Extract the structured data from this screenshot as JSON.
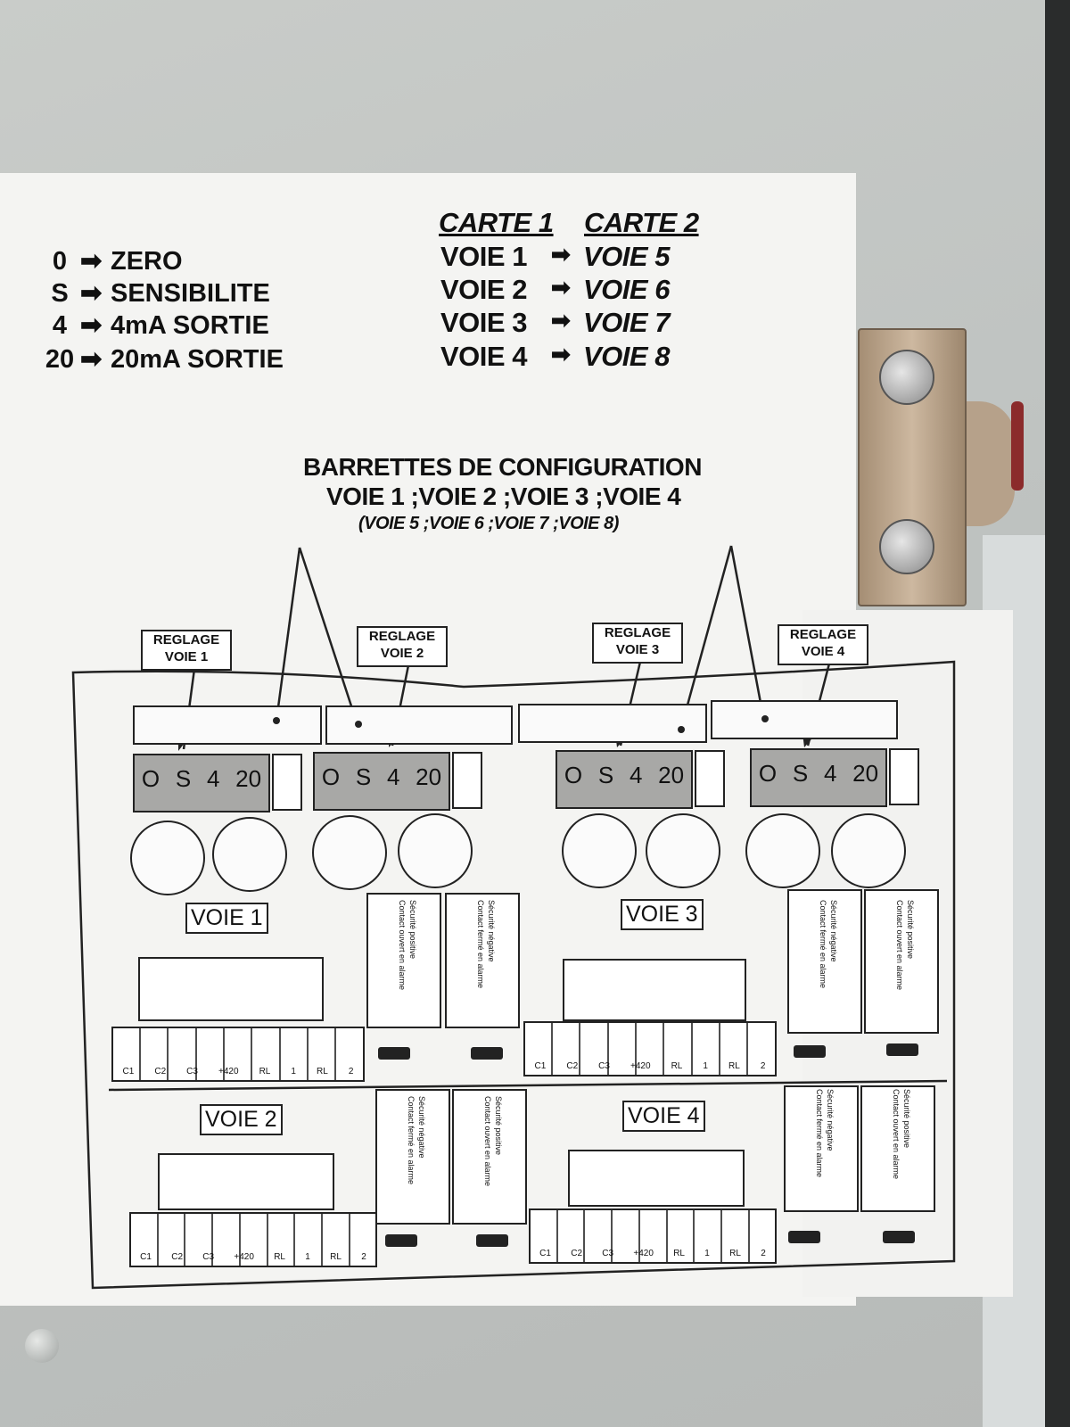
{
  "legend": [
    {
      "symbol": "0",
      "meaning": "ZERO"
    },
    {
      "symbol": "S",
      "meaning": "SENSIBILITE"
    },
    {
      "symbol": "4",
      "meaning": "4mA SORTIE"
    },
    {
      "symbol": "20",
      "meaning": "20mA SORTIE"
    }
  ],
  "cards": {
    "card1_title": "CARTE 1",
    "card2_title": "CARTE 2",
    "rows": [
      {
        "c1": "VOIE 1",
        "c2": "VOIE 5"
      },
      {
        "c1": "VOIE 2",
        "c2": "VOIE 6"
      },
      {
        "c1": "VOIE 3",
        "c2": "VOIE 7"
      },
      {
        "c1": "VOIE 4",
        "c2": "VOIE 8"
      }
    ]
  },
  "config": {
    "title": "BARRETTES DE CONFIGURATION",
    "subtitle": "VOIE 1 ;VOIE 2 ;VOIE 3 ;VOIE 4",
    "subtitle2": "(VOIE 5 ;VOIE 6 ;VOIE 7 ;VOIE 8)"
  },
  "callouts": [
    {
      "line1": "REGLAGE",
      "line2": "VOIE 1"
    },
    {
      "line1": "REGLAGE",
      "line2": "VOIE 2"
    },
    {
      "line1": "REGLAGE",
      "line2": "VOIE 3"
    },
    {
      "line1": "REGLAGE",
      "line2": "VOIE 4"
    }
  ],
  "switch_labels": [
    "O",
    "S",
    "4",
    "20"
  ],
  "voie_labels": [
    "VOIE 1",
    "VOIE 2",
    "VOIE 3",
    "VOIE 4"
  ],
  "relay_text": {
    "col1": [
      "Sécurité positive",
      "Contact ouvert en alarme"
    ],
    "col2": [
      "Sécurité négative",
      "Contact fermé en alarme"
    ]
  },
  "terminal_labels": [
    "C1",
    "C2",
    "C3",
    "+420",
    "RL",
    "1",
    "RL",
    "2"
  ]
}
